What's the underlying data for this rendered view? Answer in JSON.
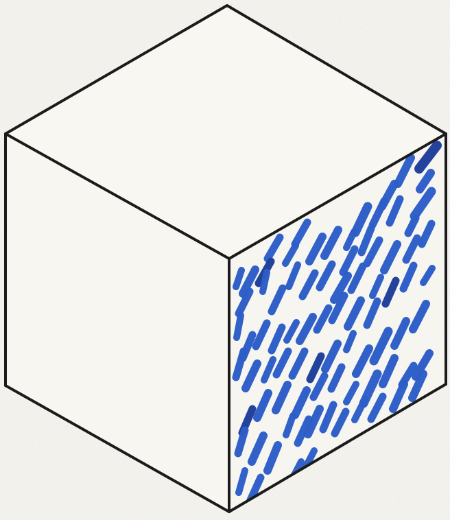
{
  "diagram": {
    "subject": "cube",
    "colors": {
      "paper": "#f7f6f1",
      "outline": "#1b1b1b",
      "top_face": "#f8f7f2",
      "left_face": "#f7f6f1",
      "right_face": "#f6f5f0",
      "hatch": "#2d5ec8",
      "hatch_dark": "#1f3f9a"
    },
    "faces": [
      {
        "name": "top-face",
        "fill": "#f8f7f2"
      },
      {
        "name": "left-face",
        "fill": "#f7f6f1"
      },
      {
        "name": "right-face",
        "fill": "#f6f5f0",
        "pattern": "blue-hatch"
      }
    ]
  }
}
